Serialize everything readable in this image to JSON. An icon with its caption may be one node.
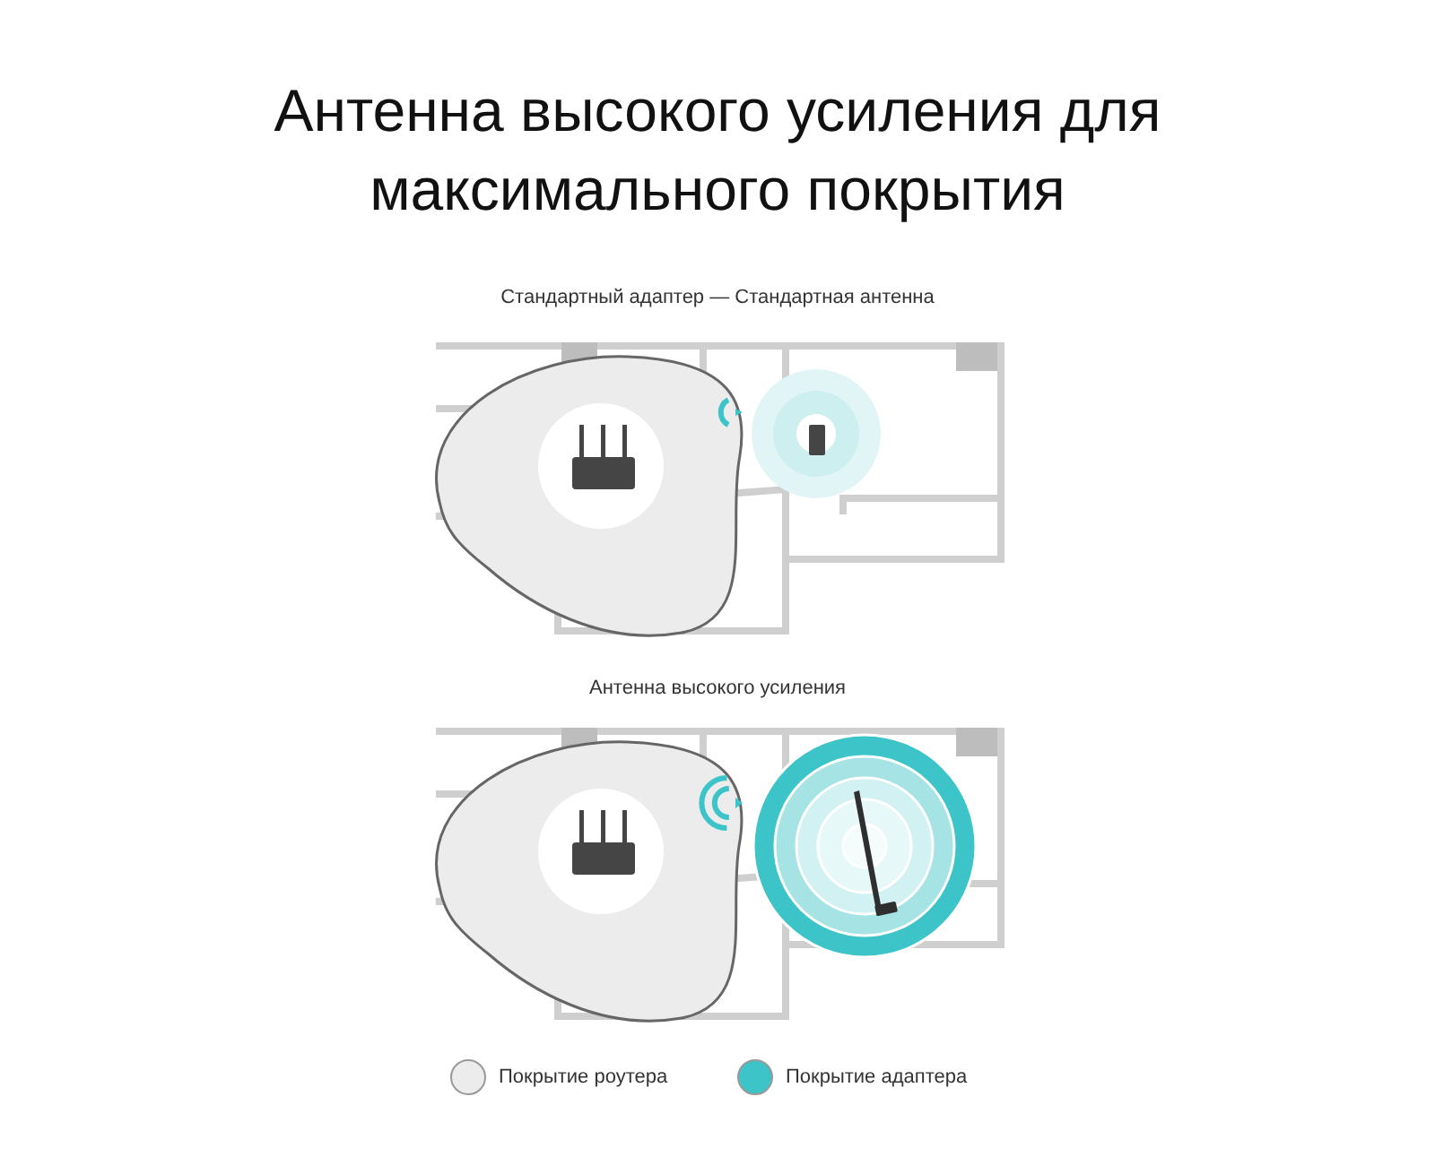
{
  "diagram": {
    "title": "Антенна высокого усиления для максимального покрытия",
    "labels": [
      "Стандартный адаптер — Стандартная антенна",
      "Антенна высокого усиления"
    ],
    "legend": [
      {
        "text": "Покрытие роутера",
        "color": "#ececec"
      },
      {
        "text": "Покрытие адаптера",
        "color": "#3cc4c8"
      }
    ]
  }
}
